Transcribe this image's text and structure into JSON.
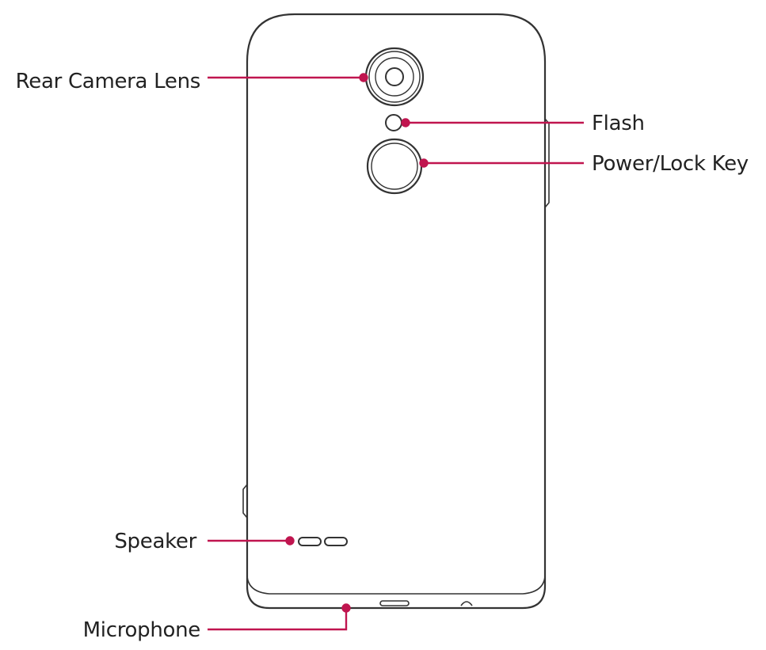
{
  "colors": {
    "callout": "#c0154f",
    "outline": "#333333",
    "text": "#222222"
  },
  "labels": {
    "rear_camera_lens": "Rear Camera Lens",
    "flash": "Flash",
    "power_lock_key": "Power/Lock Key",
    "speaker": "Speaker",
    "microphone": "Microphone"
  }
}
